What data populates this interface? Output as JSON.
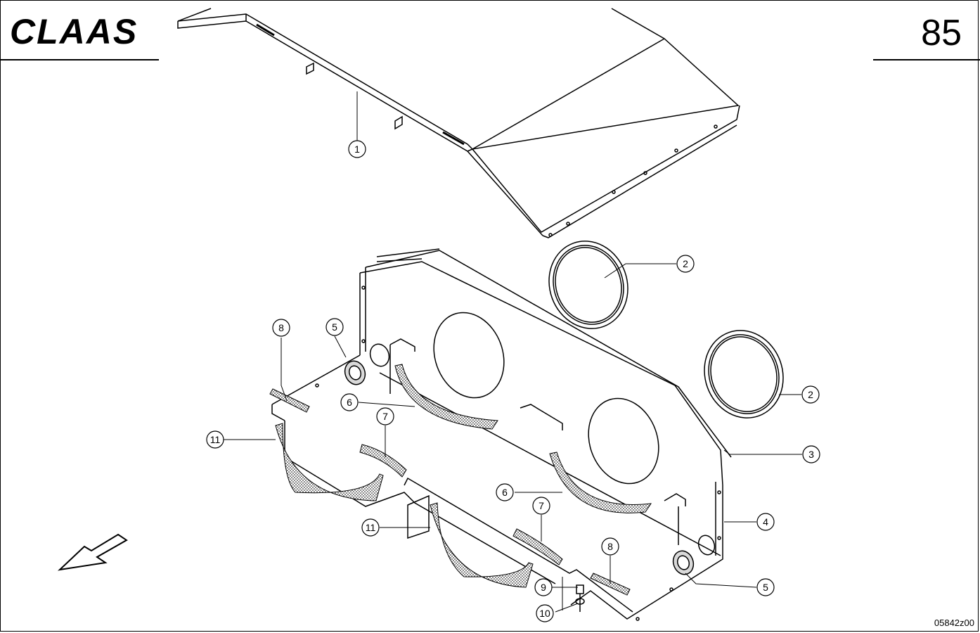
{
  "header": {
    "brand": "CLAAS",
    "page_number": "85"
  },
  "footer": {
    "drawing_number": "05842z00"
  },
  "callouts": [
    {
      "id": "c1",
      "label": "1"
    },
    {
      "id": "c2a",
      "label": "2"
    },
    {
      "id": "c2b",
      "label": "2"
    },
    {
      "id": "c3",
      "label": "3"
    },
    {
      "id": "c4",
      "label": "4"
    },
    {
      "id": "c5a",
      "label": "5"
    },
    {
      "id": "c5b",
      "label": "5"
    },
    {
      "id": "c6a",
      "label": "6"
    },
    {
      "id": "c6b",
      "label": "6"
    },
    {
      "id": "c7a",
      "label": "7"
    },
    {
      "id": "c7b",
      "label": "7"
    },
    {
      "id": "c8a",
      "label": "8"
    },
    {
      "id": "c8b",
      "label": "8"
    },
    {
      "id": "c9",
      "label": "9"
    },
    {
      "id": "c10",
      "label": "10"
    },
    {
      "id": "c11a",
      "label": "11"
    },
    {
      "id": "c11b",
      "label": "11"
    }
  ],
  "colors": {
    "line": "#000000",
    "background": "#ffffff",
    "seal_fill": "#d9d9d9"
  }
}
